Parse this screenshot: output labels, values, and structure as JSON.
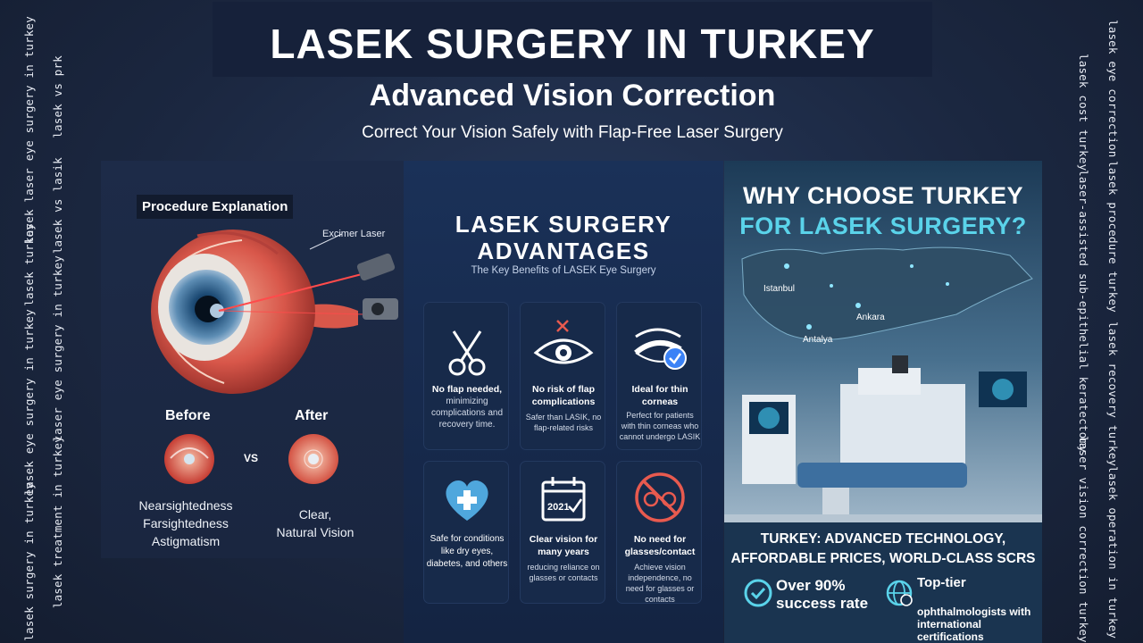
{
  "header": {
    "title": "LASEK SURGERY IN TURKEY",
    "subtitle": "Advanced Vision Correction",
    "tagline": "Correct Your Vision Safely with Flap-Free Laser Surgery"
  },
  "side_keywords": {
    "left": [
      "lasek laser eye surgery in turkey",
      "lasek vs prk",
      "lasek vs lasik",
      "lasek turkey",
      "lasek eye surgery in turkey",
      "laser eye surgery in turkey",
      "lasek surgery in turkey",
      "lasek treatment in turkey"
    ],
    "right": [
      "lasek eye correction",
      "lasek cost turkey",
      "lasek procedure turkey",
      "laser-assisted sub-epithelial keratectomy",
      "lasek recovery turkey",
      "laser vision correction turkey",
      "lasek operation in turkey"
    ]
  },
  "procedure": {
    "title": "Procedure Explanation",
    "laser_label": "Excimer Laser",
    "before_label": "Before",
    "after_label": "After",
    "vs_label": "VS",
    "conditions": [
      "Nearsightedness",
      "Farsightedness",
      "Astigmatism"
    ],
    "result_lines": [
      "Clear,",
      "Natural Vision"
    ]
  },
  "advantages": {
    "title_lines": [
      "LASEK SURGERY",
      "ADVANTAGES"
    ],
    "subtitle": "The Key Benefits of LASEK Eye Surgery",
    "cards": [
      {
        "icon": "scissors-icon",
        "title": "No flap needed,",
        "desc": "minimizing complications and recovery time."
      },
      {
        "icon": "eye-no-flap-icon",
        "title": "No risk of flap complications",
        "desc": "Safer than LASIK, no flap-related risks"
      },
      {
        "icon": "cornea-check-icon",
        "title": "Ideal for thin corneas",
        "desc": "Perfect for patients with thin corneas who cannot undergo LASIK"
      },
      {
        "icon": "heart-plus-icon",
        "title": "",
        "desc": "Safe for conditions like dry eyes, diabetes, and others"
      },
      {
        "icon": "calendar-icon",
        "title": "Clear vision for many years",
        "desc": "reducing reliance on glasses or contacts",
        "calendar_year": "2021"
      },
      {
        "icon": "no-glasses-icon",
        "title": "No need for glasses/contact",
        "desc": "Achieve vision independence, no need for glasses or contacts"
      }
    ]
  },
  "why_turkey": {
    "title_lines": [
      "WHY CHOOSE TURKEY",
      "FOR LASEK SURGERY?"
    ],
    "cities": [
      "Istanbul",
      "Ankara",
      "Antalya"
    ],
    "summary_lines": [
      "TURKEY: ADVANCED TECHNOLOGY,",
      "AFFORDABLE PRICES, WORLD-CLASS SCRS"
    ],
    "stat_lines": [
      "Over 90%",
      "success rate"
    ],
    "doctors_title": "Top-tier",
    "doctors_desc": "ophthalmologists with international certifications"
  },
  "colors": {
    "background": "#1c2940",
    "accent_cyan": "#5ad3ea",
    "panel_mid": "#172a4d",
    "eye_red": "#d8574a"
  }
}
